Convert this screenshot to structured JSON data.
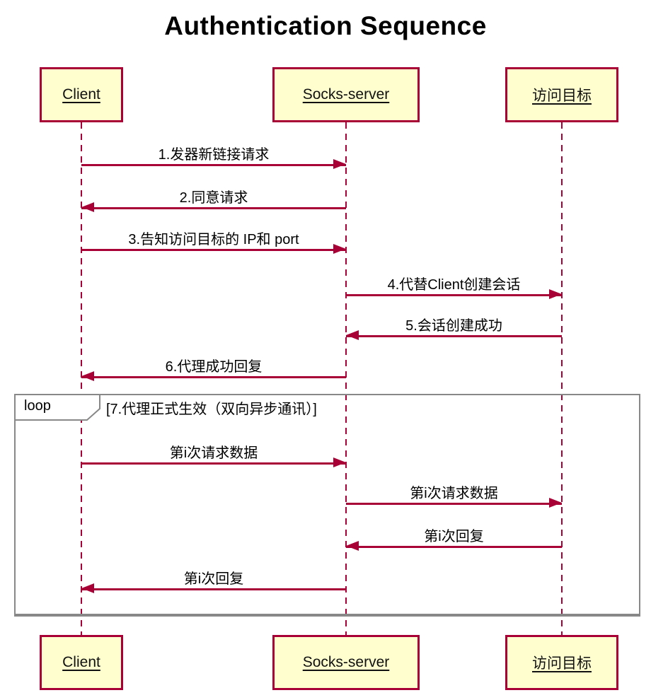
{
  "title": "Authentication Sequence",
  "colors": {
    "participant_fill": "#FEFECE",
    "participant_border": "#A80036",
    "arrow": "#A80036",
    "lifeline": "#A80036",
    "frame_border": "#888888",
    "text": "#000000"
  },
  "participants": [
    {
      "id": "client",
      "label": "Client"
    },
    {
      "id": "socks",
      "label": "Socks-server"
    },
    {
      "id": "target",
      "label": "访问目标"
    }
  ],
  "messages": [
    {
      "label": "1.发器新链接请求",
      "from": "client",
      "to": "socks"
    },
    {
      "label": "2.同意请求",
      "from": "socks",
      "to": "client"
    },
    {
      "label": "3.告知访问目标的 IP和 port",
      "from": "client",
      "to": "socks"
    },
    {
      "label": "4.代替Client创建会话",
      "from": "socks",
      "to": "target"
    },
    {
      "label": "5.会话创建成功",
      "from": "target",
      "to": "socks"
    },
    {
      "label": "6.代理成功回复",
      "from": "socks",
      "to": "client"
    }
  ],
  "loop": {
    "operator": "loop",
    "condition": "[7.代理正式生效（双向异步通讯）]",
    "messages": [
      {
        "label": "第i次请求数据",
        "from": "client",
        "to": "socks"
      },
      {
        "label": "第i次请求数据",
        "from": "socks",
        "to": "target"
      },
      {
        "label": "第i次回复",
        "from": "target",
        "to": "socks"
      },
      {
        "label": "第i次回复",
        "from": "socks",
        "to": "client"
      }
    ]
  }
}
